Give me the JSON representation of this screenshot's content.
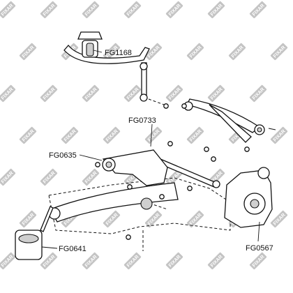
{
  "watermark": "FIXAR",
  "part_labels": {
    "stabilizer_bushing": "FG1168",
    "stabilizer_link": "FG0733",
    "lower_arm_bushing": "FG0635",
    "subframe_bushing": "FG0641",
    "knuckle_bushing": "FG0567"
  },
  "colors": {
    "ink": "#111111",
    "watermark_bg": "#c4c4c4",
    "shading": "#cfcfcf"
  }
}
